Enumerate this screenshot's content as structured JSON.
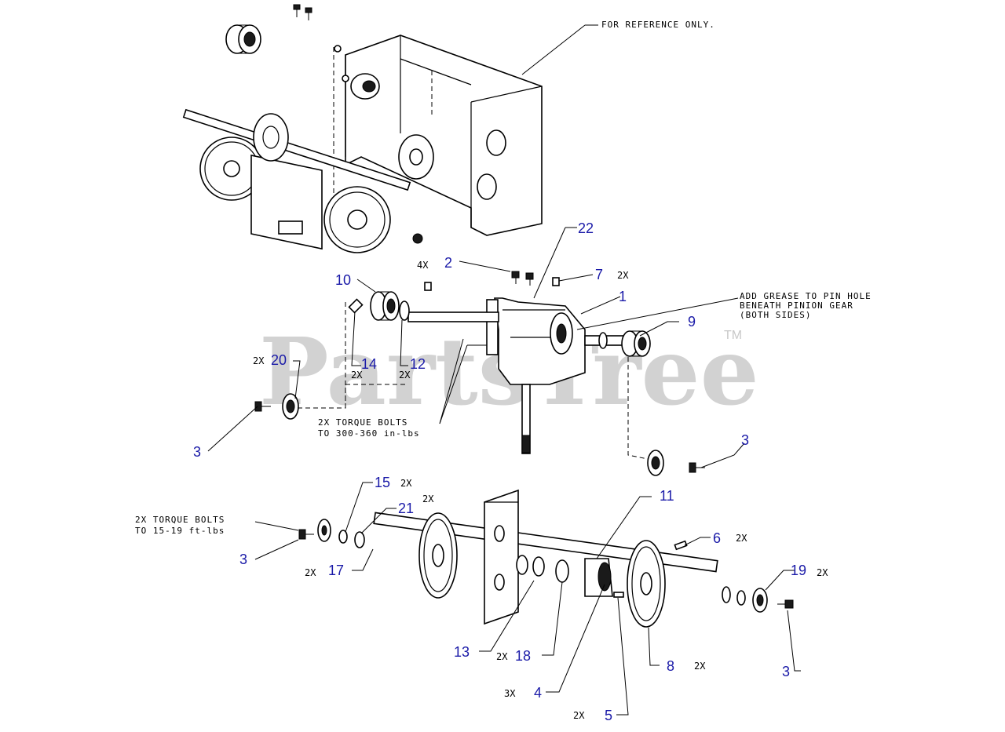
{
  "watermark": {
    "brand": "PartsTree",
    "tm": "TM"
  },
  "notes": {
    "reference": "FOR REFERENCE ONLY.",
    "grease_1": "ADD GREASE TO PIN HOLE",
    "grease_2": "BENEATH PINION GEAR",
    "grease_3": "(BOTH SIDES)",
    "torque_upper_1": "2X TORQUE BOLTS",
    "torque_upper_2": "TO 300-360 in-lbs",
    "torque_lower_1": "2X TORQUE BOLTS",
    "torque_lower_2": "TO 15-19 ft-lbs"
  },
  "callouts": {
    "c1": "1",
    "c2": "2",
    "c3a": "3",
    "c3b": "3",
    "c3c": "3",
    "c3d": "3",
    "c4": "4",
    "c5": "5",
    "c6": "6",
    "c7": "7",
    "c8": "8",
    "c9": "9",
    "c10": "10",
    "c11": "11",
    "c12": "12",
    "c13": "13",
    "c14": "14",
    "c15": "15",
    "c17": "17",
    "c18": "18",
    "c19": "19",
    "c20": "20",
    "c21": "21",
    "c22": "22"
  },
  "quantities": {
    "q2": "4X",
    "q7": "2X",
    "q20": "2X",
    "q14": "2X",
    "q12": "2X",
    "q15": "2X",
    "q21": "2X",
    "q17": "2X",
    "q6": "2X",
    "q19": "2X",
    "q18": "2X",
    "q8": "2X",
    "q4": "3X",
    "q5": "2X"
  }
}
